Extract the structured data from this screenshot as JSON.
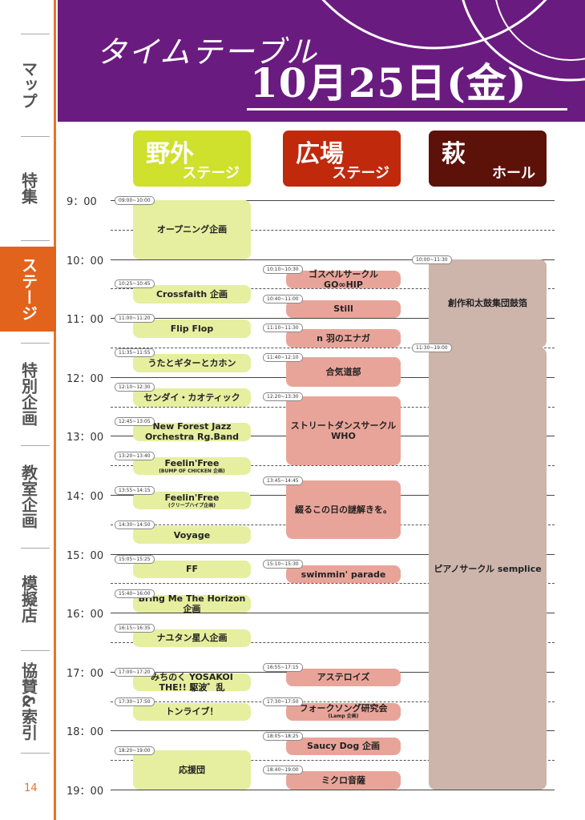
{
  "sidebar": {
    "items": [
      {
        "label": "マップ",
        "active": false
      },
      {
        "label": "特集",
        "active": false
      },
      {
        "label": "ステージ",
        "active": true
      },
      {
        "label": "特別企画",
        "active": false
      },
      {
        "label": "教室企画",
        "active": false
      },
      {
        "label": "模擬店",
        "active": false
      },
      {
        "label": "協賛&索引",
        "active": false
      }
    ],
    "page_number": "14"
  },
  "header": {
    "title": "タイムテーブル",
    "date": "10月25日(金)"
  },
  "colors": {
    "header_bg": "#6a1b80",
    "sidebar_active": "#e2631c",
    "yagai": "#cfe02d",
    "hiroba": "#c0290c",
    "hagi": "#5c1109"
  },
  "venues": [
    {
      "name": "野外",
      "sub": "ステージ"
    },
    {
      "name": "広場",
      "sub": "ステージ"
    },
    {
      "name": "萩",
      "sub": "ホール"
    }
  ],
  "hours": [
    "9：00",
    "10：00",
    "11：00",
    "12：00",
    "13：00",
    "14：00",
    "15：00",
    "16：00",
    "17：00",
    "18：00",
    "19：00"
  ],
  "events": [
    {
      "col": 0,
      "time": "09:00~10:00",
      "title": "オープニング企画",
      "sub": "",
      "start": 540,
      "end": 600
    },
    {
      "col": 0,
      "time": "10:25~10:45",
      "title": "Crossfaith 企画",
      "sub": "",
      "start": 625,
      "end": 645
    },
    {
      "col": 0,
      "time": "11:00~11:20",
      "title": "Flip Flop",
      "sub": "",
      "start": 660,
      "end": 680
    },
    {
      "col": 0,
      "time": "11:35~11:55",
      "title": "うたとギターとカホン",
      "sub": "",
      "start": 695,
      "end": 715
    },
    {
      "col": 0,
      "time": "12:10~12:30",
      "title": "センダイ・カオティック",
      "sub": "",
      "start": 730,
      "end": 750
    },
    {
      "col": 0,
      "time": "12:45~13:05",
      "title": "New Forest Jazz Orchestra Rg.Band",
      "sub": "",
      "start": 765,
      "end": 785
    },
    {
      "col": 0,
      "time": "13:20~13:40",
      "title": "Feelin'Free",
      "sub": "(BUMP OF CHICKEN 企画)",
      "start": 800,
      "end": 820
    },
    {
      "col": 0,
      "time": "13:55~14:15",
      "title": "Feelin'Free",
      "sub": "(クリープハイプ企画)",
      "start": 835,
      "end": 855
    },
    {
      "col": 0,
      "time": "14:30~14:50",
      "title": "Voyage",
      "sub": "",
      "start": 870,
      "end": 890
    },
    {
      "col": 0,
      "time": "15:05~15:25",
      "title": "FF",
      "sub": "",
      "start": 905,
      "end": 925
    },
    {
      "col": 0,
      "time": "15:40~16:00",
      "title": "Bring Me The Horizon 企画",
      "sub": "",
      "start": 940,
      "end": 960
    },
    {
      "col": 0,
      "time": "16:15~16:35",
      "title": "ナユタン星人企画",
      "sub": "",
      "start": 975,
      "end": 995
    },
    {
      "col": 0,
      "time": "17:00~17:20",
      "title": "みちのく YOSAKOI THE!! 駆波゛乱",
      "sub": "",
      "start": 1020,
      "end": 1040
    },
    {
      "col": 0,
      "time": "17:30~17:50",
      "title": "トンライブ！",
      "sub": "",
      "start": 1050,
      "end": 1070
    },
    {
      "col": 0,
      "time": "18:20~19:00",
      "title": "応援団",
      "sub": "",
      "start": 1100,
      "end": 1140
    },
    {
      "col": 1,
      "time": "10:10~10:30",
      "title": "ゴスペルサークル GO∞HIP",
      "sub": "",
      "start": 610,
      "end": 630
    },
    {
      "col": 1,
      "time": "10:40~11:00",
      "title": "Still",
      "sub": "",
      "start": 640,
      "end": 660
    },
    {
      "col": 1,
      "time": "11:10~11:30",
      "title": "n 羽のエナガ",
      "sub": "",
      "start": 670,
      "end": 690
    },
    {
      "col": 1,
      "time": "11:40~12:10",
      "title": "合気道部",
      "sub": "",
      "start": 700,
      "end": 730
    },
    {
      "col": 1,
      "time": "12:20~13:30",
      "title": "ストリートダンスサークル WHO",
      "sub": "",
      "start": 740,
      "end": 810
    },
    {
      "col": 1,
      "time": "13:45~14:45",
      "title": "綴るこの日の謎解きを。",
      "sub": "",
      "start": 825,
      "end": 885
    },
    {
      "col": 1,
      "time": "15:10~15:30",
      "title": "swimmin' parade",
      "sub": "",
      "start": 910,
      "end": 930
    },
    {
      "col": 1,
      "time": "16:55~17:15",
      "title": "アステロイズ",
      "sub": "",
      "start": 1015,
      "end": 1035
    },
    {
      "col": 1,
      "time": "17:30~17:50",
      "title": "フォークソング研究会",
      "sub": "(Lamp 企画)",
      "start": 1050,
      "end": 1070
    },
    {
      "col": 1,
      "time": "18:05~18:25",
      "title": "Saucy Dog 企画",
      "sub": "",
      "start": 1085,
      "end": 1105
    },
    {
      "col": 1,
      "time": "18:40~19:00",
      "title": "ミクロ音薩",
      "sub": "",
      "start": 1120,
      "end": 1140
    },
    {
      "col": 2,
      "time": "10:00~11:30",
      "title": "創作和太鼓集団鼓箔",
      "sub": "",
      "start": 600,
      "end": 690
    },
    {
      "col": 2,
      "time": "11:30~19:00",
      "title": "ピアノサークル semplice",
      "sub": "",
      "start": 690,
      "end": 1140
    }
  ]
}
